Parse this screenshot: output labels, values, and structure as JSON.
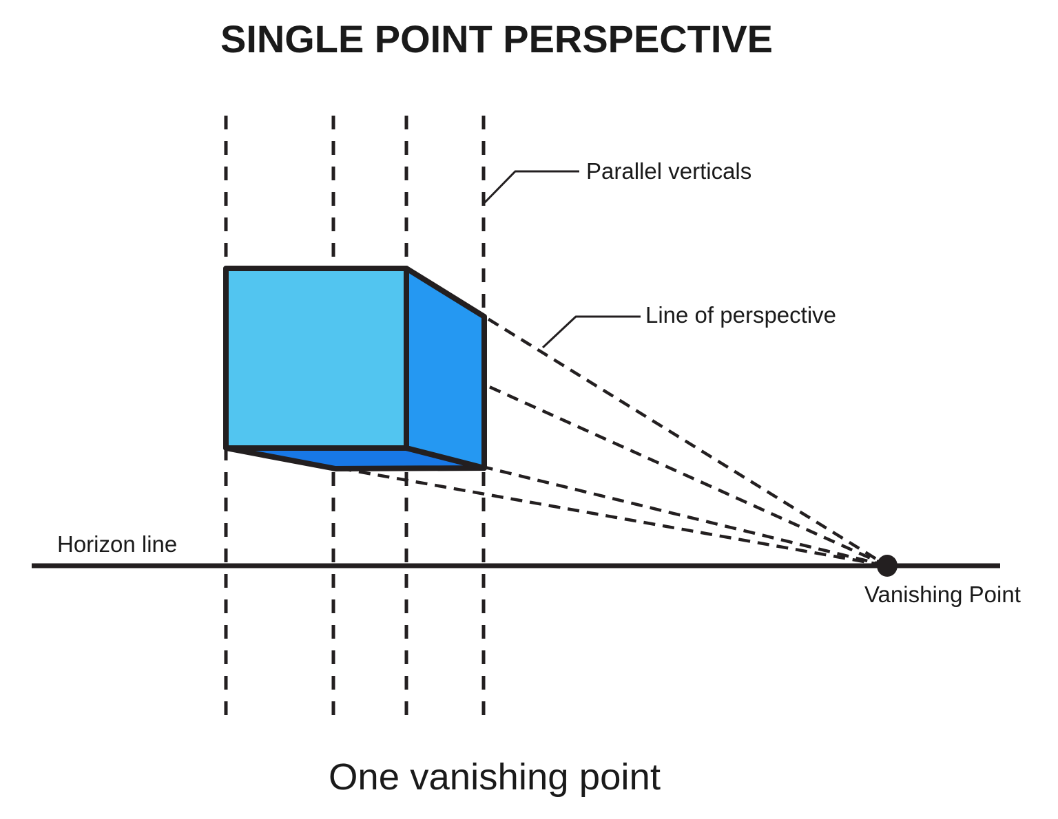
{
  "title": "SINGLE POINT PERSPECTIVE",
  "caption": "One vanishing point",
  "labels": {
    "parallel_verticals": "Parallel verticals",
    "line_of_perspective": "Line of perspective",
    "horizon_line": "Horizon line",
    "vanishing_point": "Vanishing Point"
  },
  "colors": {
    "cube_front": "#52C5F0",
    "cube_side": "#2598F2",
    "cube_bottom": "#1878E6",
    "line": "#231F20",
    "text": "#1A1A1A",
    "background": "#FFFFFF"
  }
}
